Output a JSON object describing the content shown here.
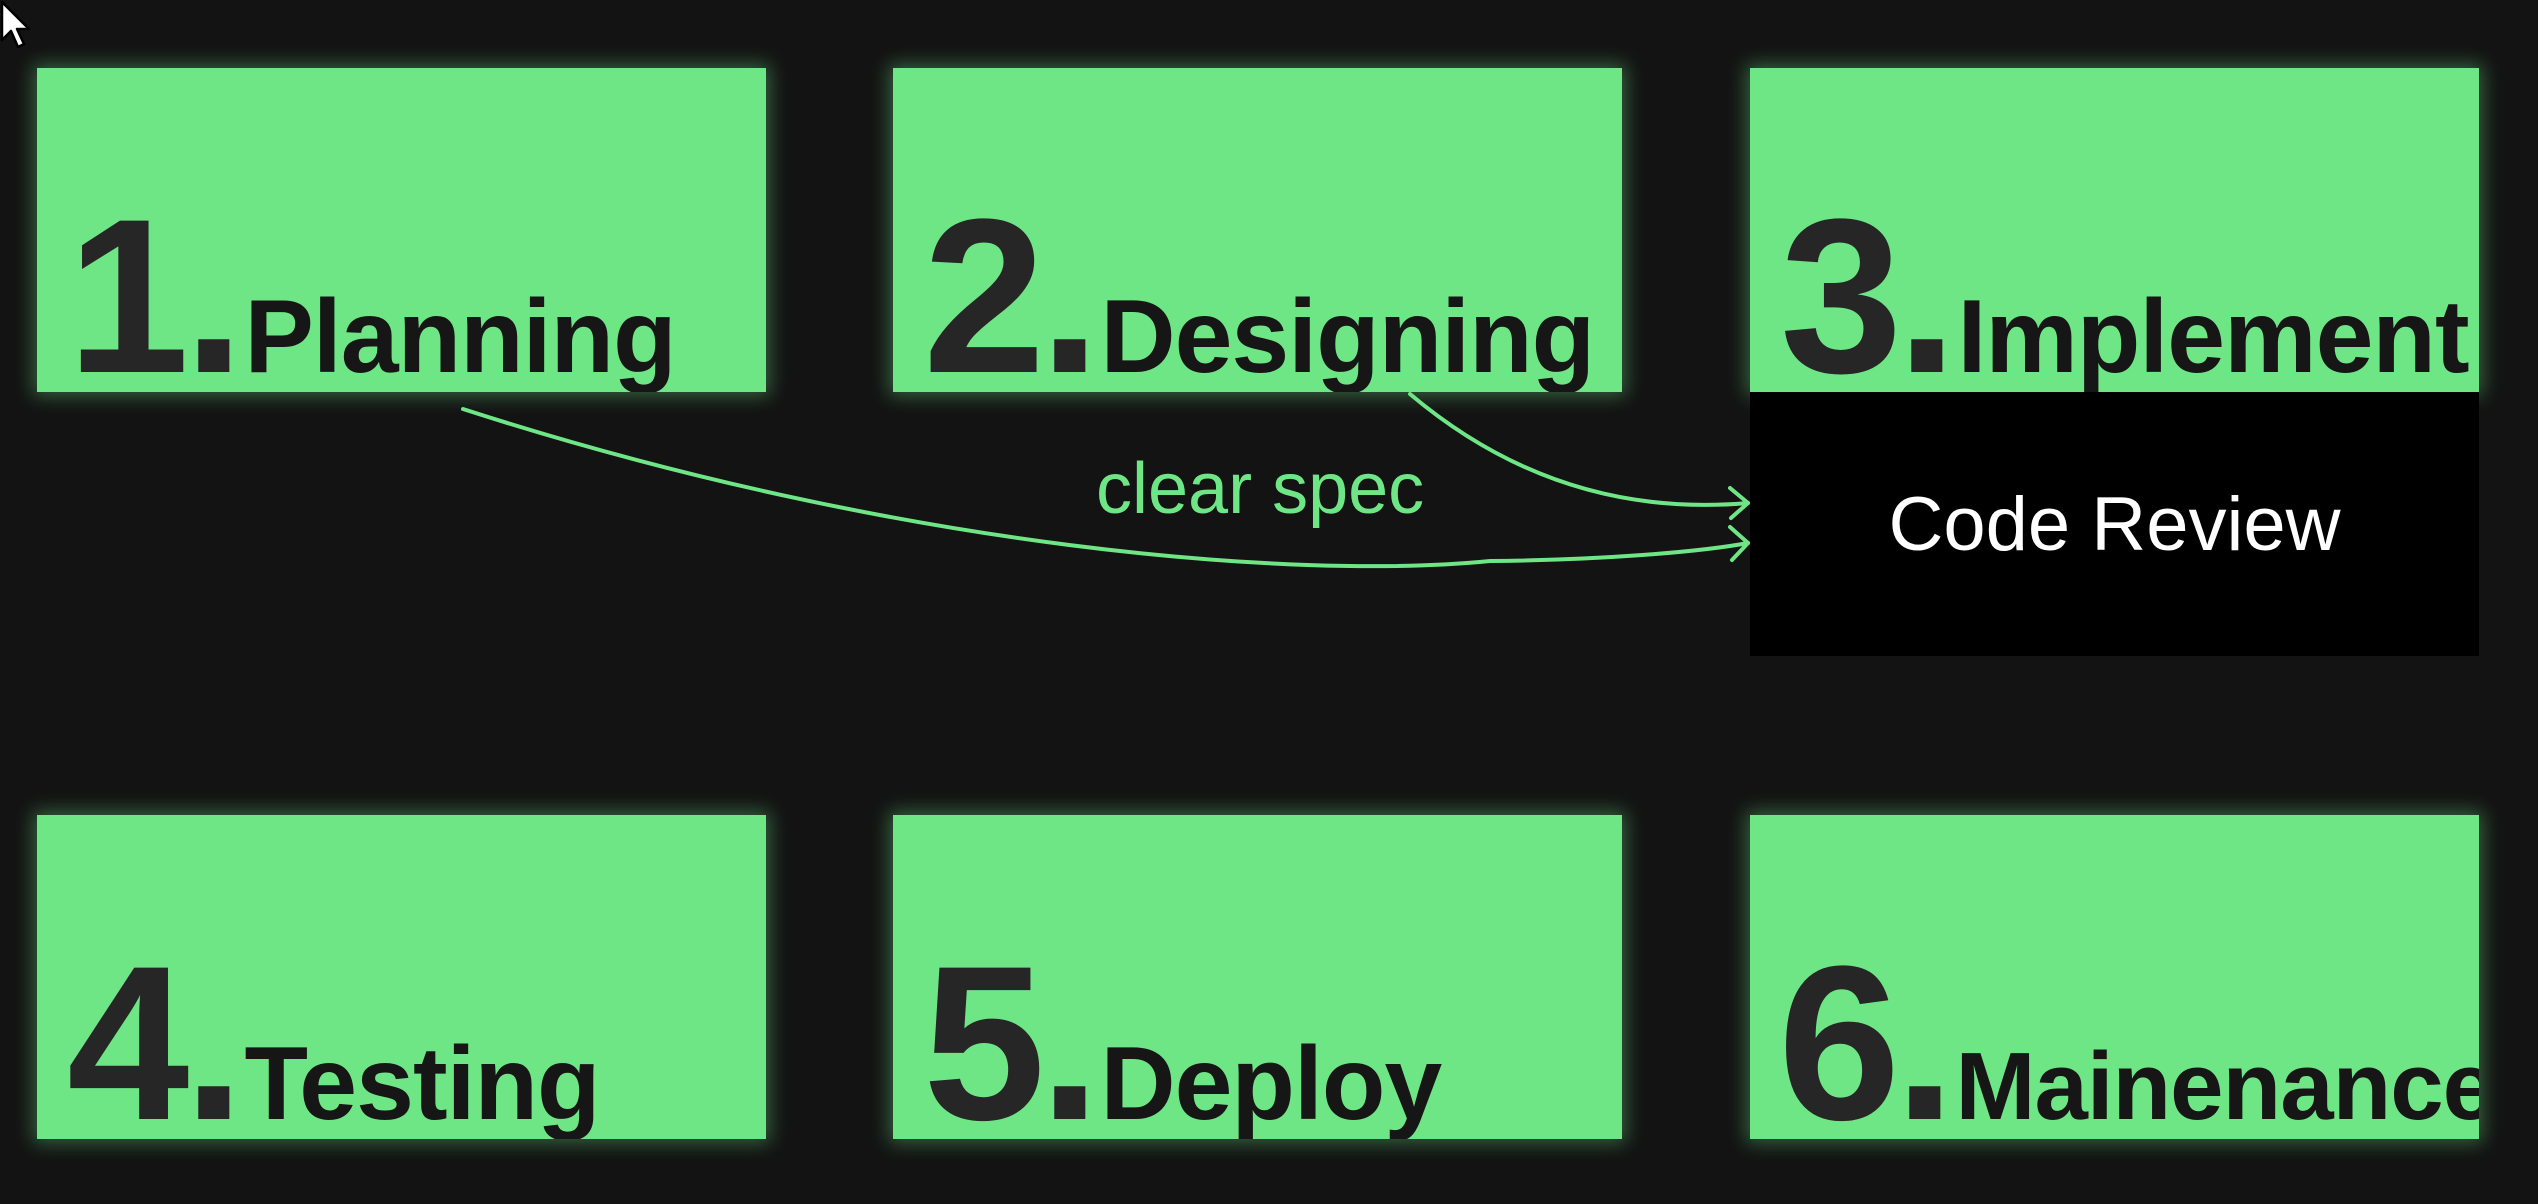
{
  "colors": {
    "background": "#131313",
    "box_fill": "#6ee686",
    "number_text": "#262626",
    "label_text": "#161616",
    "review_fill": "#000000",
    "review_text": "#ffffff",
    "arrow": "#6ee686"
  },
  "steps": [
    {
      "number": "1.",
      "label": "Planning"
    },
    {
      "number": "2.",
      "label": "Designing"
    },
    {
      "number": "3.",
      "label": "Implement"
    },
    {
      "number": "4.",
      "label": "Testing"
    },
    {
      "number": "5.",
      "label": "Deploy"
    },
    {
      "number": "6.",
      "label": "Mainenance"
    }
  ],
  "review": {
    "label": "Code Review"
  },
  "edges": [
    {
      "from": "Planning",
      "to": "Code Review",
      "label": "clear spec"
    },
    {
      "from": "Designing",
      "to": "Code Review",
      "label": ""
    }
  ],
  "cursor": {
    "icon": "mouse-pointer-icon"
  }
}
